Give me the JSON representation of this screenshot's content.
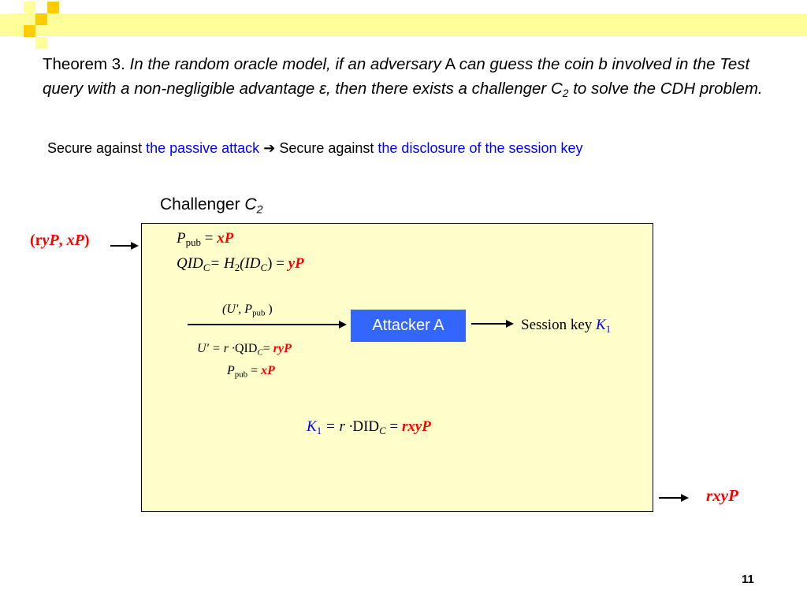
{
  "slide": {
    "page_number": "11"
  },
  "theorem": {
    "label": "Theorem 3.",
    "part1": "In the random oracle model, if an adversary",
    "adversary": "A",
    "part2": "can guess the coin b involved in the Test query with a non-negligible advantage ε, then there exists a challenger",
    "challenger_letter": "C",
    "challenger_sub": "2",
    "part3": "to solve the CDH problem."
  },
  "secure_line": {
    "prefix1": "Secure against",
    "attack": "the passive attack",
    "arrow": "➔",
    "prefix2": "Secure against",
    "disclosure": "the disclosure of the session key"
  },
  "challenger": {
    "title_text": "Challenger",
    "title_letter": "C",
    "title_sub": "2"
  },
  "input": {
    "open": "(",
    "r": "r",
    "yP": "yP",
    "comma": ",",
    "xP": "xP",
    "close": ")"
  },
  "box_equations": {
    "ppub_P": "P",
    "ppub_sub": "pub",
    "ppub_eq": " = ",
    "ppub_val": "xP",
    "qid_Q": "QID",
    "qid_sub": "C",
    "qid_mid": "= H",
    "qid_h_sub": "2",
    "qid_open": "(ID",
    "qid_id_sub": "C",
    "qid_close": ") = ",
    "qid_val": "yP"
  },
  "attacker": {
    "label": "Attacker A"
  },
  "message": {
    "open": "(U', P",
    "sub": "pub",
    "close": " )"
  },
  "under_eq": {
    "u_lhs": "U' = r ·",
    "u_qid": "QID",
    "u_sub": "C",
    "u_eq": "= ",
    "u_val": "ryP",
    "p_P": "P",
    "p_sub": "pub",
    "p_eq": " = ",
    "p_val": "xP"
  },
  "session": {
    "label": "Session key",
    "K": "K",
    "K_sub": "1"
  },
  "k_eq": {
    "K": "K",
    "K_sub": "1",
    "mid": " =  r ·",
    "did": "DID",
    "did_sub": "C",
    "eq": " = ",
    "val": "rxyP"
  },
  "output": {
    "label": "rxyP"
  }
}
